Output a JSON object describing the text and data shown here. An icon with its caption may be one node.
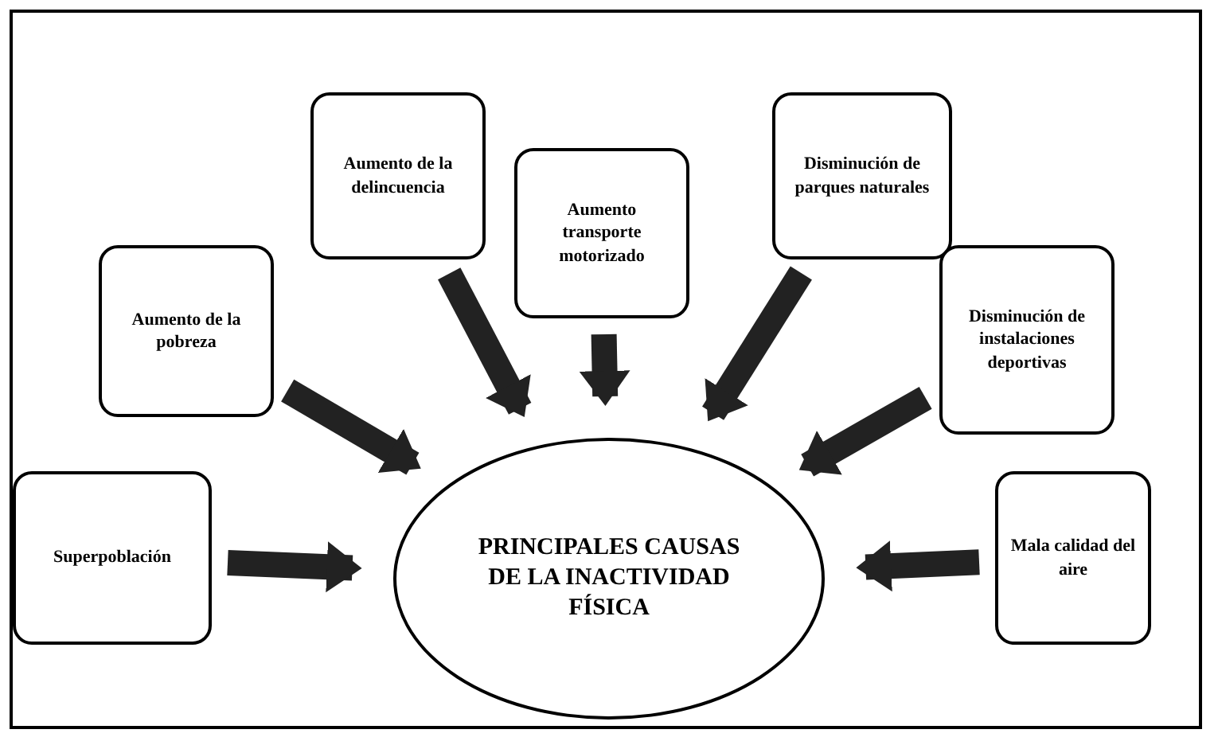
{
  "diagram": {
    "nodes": [
      {
        "text": [
          "Aumento de la delincuencia"
        ]
      },
      {
        "text": [
          "Aumento transporte motorizado"
        ]
      },
      {
        "text": [
          "Disminución de parques naturales"
        ]
      },
      {
        "text": [
          "Aumento de la pobreza"
        ]
      },
      {
        "text": [
          "Disminución de instalaciones deportivas"
        ]
      },
      {
        "text": [
          "Superpoblación"
        ]
      },
      {
        "text": [
          "Mala calidad del aire"
        ]
      },
      {
        "text": [
          "PRINCIPALES CAUSAS DE LA INACTIVIDAD FÍSICA"
        ]
      }
    ],
    "edges": [
      {
        "from": 0,
        "to": 7,
        "arrow": "to"
      },
      {
        "from": 1,
        "to": 7,
        "arrow": "to"
      },
      {
        "from": 2,
        "to": 7,
        "arrow": "to"
      },
      {
        "from": 3,
        "to": 7,
        "arrow": "to"
      },
      {
        "from": 4,
        "to": 7,
        "arrow": "to"
      },
      {
        "from": 5,
        "to": 7,
        "arrow": "to"
      },
      {
        "from": 6,
        "to": 7,
        "arrow": "to"
      }
    ]
  }
}
